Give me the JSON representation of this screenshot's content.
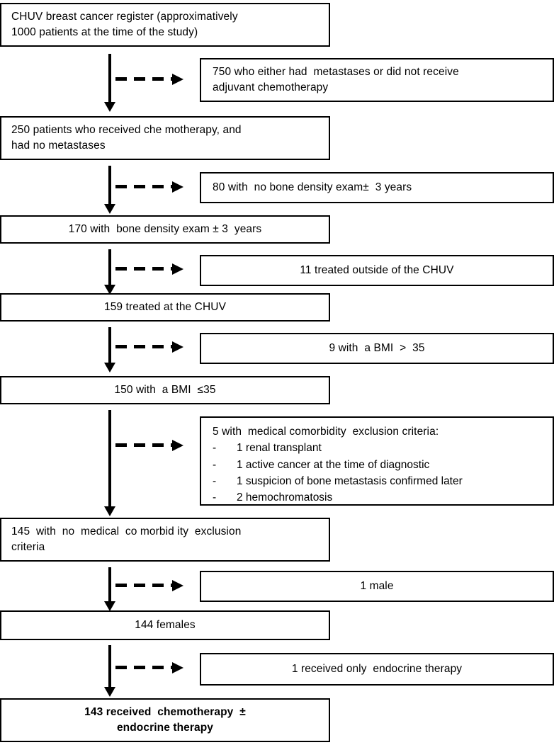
{
  "chart_data": {
    "type": "diagram",
    "title": "CHUV breast cancer register patient selection flow",
    "diagram_kind": "consort-flow",
    "main_chain": [
      {
        "id": "register",
        "label": "CHUV breast cancer register (approximatively\n1000 patients at the time of the study)",
        "count": 1000
      },
      {
        "id": "chemo-no-mets",
        "label": "250 patients who received chemotherapy, and\nhad no metastases",
        "count": 250
      },
      {
        "id": "bone-density",
        "label": "170 with bone density exam ± 3 years",
        "count": 170
      },
      {
        "id": "treated-chuv",
        "label": "159 treated at the CHUV",
        "count": 159
      },
      {
        "id": "bmi-le-35",
        "label": "150 with a BMI ≤35",
        "count": 150
      },
      {
        "id": "no-comorbidity",
        "label": "145 with no medical co morbidity exclusion\ncriteria",
        "count": 145
      },
      {
        "id": "females",
        "label": "144 females",
        "count": 144
      },
      {
        "id": "final",
        "label": "143 received chemotherapy ±\nendocrine therapy",
        "count": 143
      }
    ],
    "exclusions": [
      {
        "id": "excl-750",
        "label": "750 who either had metastases or did not receive\nadjuvant chemotherapy",
        "count": 750
      },
      {
        "id": "excl-80",
        "label": "80 with no bone density exam± 3 years",
        "count": 80
      },
      {
        "id": "excl-11",
        "label": "11 treated outside of the CHUV",
        "count": 11
      },
      {
        "id": "excl-9",
        "label": "9 with a BMI > 35",
        "count": 9
      },
      {
        "id": "excl-5",
        "label": "5 with medical comorbidity exclusion criteria:",
        "count": 5,
        "items": [
          "1 renal transplant",
          "1 active cancer at the time of diagnostic",
          "1 suspicion of bone metastasis confirmed later",
          "2 hemochromatosis"
        ]
      },
      {
        "id": "excl-1-male",
        "label": "1 male",
        "count": 1
      },
      {
        "id": "excl-1-endocrine",
        "label": "1 received only endocrine therapy",
        "count": 1
      }
    ]
  },
  "boxes": {
    "register": {
      "line1": "CHUV breast cancer register (approximatively",
      "line2": "1000 patients at the time of the study)"
    },
    "excl_750": {
      "line1": "750 who either had  metastases or did not receive",
      "line2": "adjuvant chemotherapy"
    },
    "chemo_no_mets": {
      "line1": "250 patients who received che motherapy, and",
      "line2": "had no metastases"
    },
    "excl_80": {
      "line1": "80 with  no bone density exam±  3 years"
    },
    "bone_density": {
      "line1": "170 with  bone density exam ± 3  years"
    },
    "excl_11": {
      "line1": "11 treated outside of the CHUV"
    },
    "treated_chuv": {
      "line1": "159 treated at the CHUV"
    },
    "excl_9": {
      "line1": "9 with  a BMI  >  35"
    },
    "bmi_le_35": {
      "line1": "150 with  a BMI  ≤35"
    },
    "excl_5": {
      "line1": "5 with  medical comorbidity  exclusion criteria:",
      "dash": "-",
      "item1": "1 renal transplant",
      "item2": "1 active cancer at the time of diagnostic",
      "item3": "1 suspicion of bone metastasis confirmed later",
      "item4": "2 hemochromatosis"
    },
    "no_comorbidity": {
      "line1": "145  with  no  medical  co morbid ity  exclusion",
      "line2": "criteria"
    },
    "excl_1_male": {
      "line1": "1 male"
    },
    "females": {
      "line1": "144 females"
    },
    "excl_1_endocrine": {
      "line1": "1 received only  endocrine therapy"
    },
    "final": {
      "line1": "143 received  chemotherapy  ±",
      "line2": "endocrine therapy"
    }
  },
  "colors": {
    "stroke": "#000000",
    "background": "#ffffff",
    "text": "#000000"
  }
}
